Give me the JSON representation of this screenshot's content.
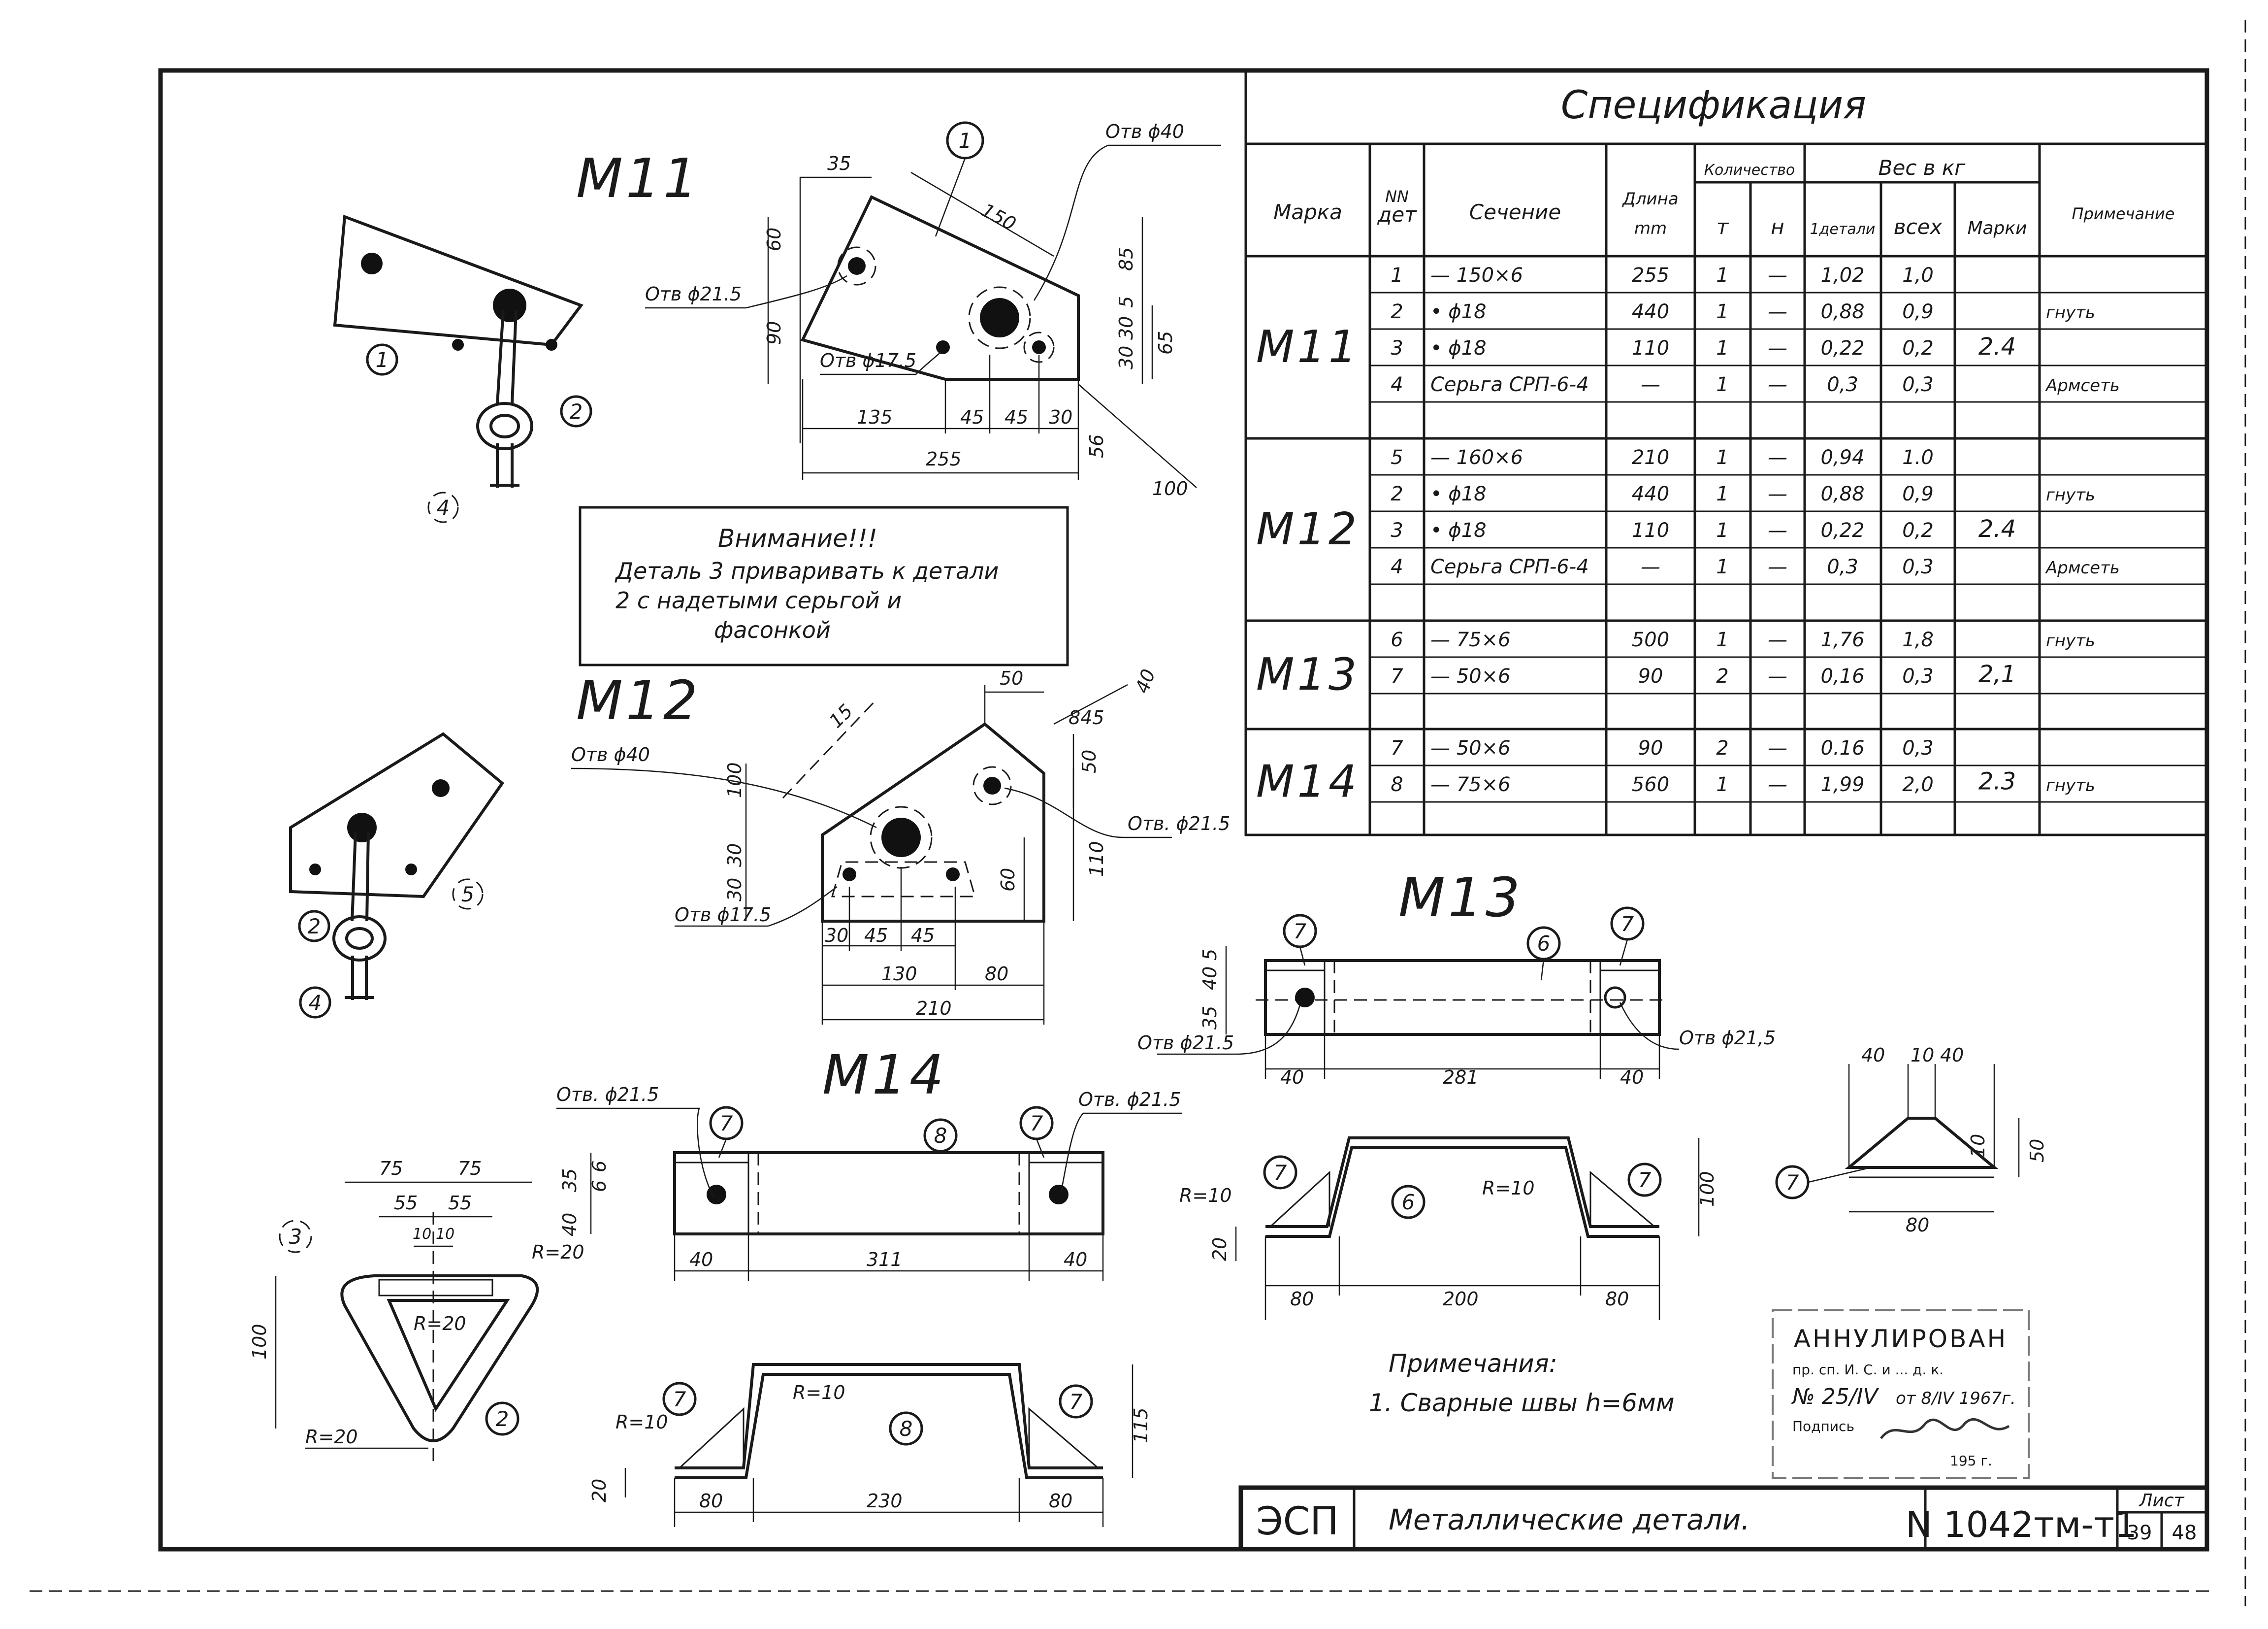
{
  "colors": {
    "ink": "#1a1a1a",
    "paper": "#ffffff",
    "stamp": "#555555"
  },
  "spec": {
    "title": "Спецификация",
    "headers": {
      "mark": "Марка",
      "num": "NN",
      "num2": "дет",
      "section": "Сечение",
      "length": "Длина",
      "length_unit": "mm",
      "qty": "Количество",
      "qty_t": "т",
      "qty_n": "н",
      "weight": "Вес в кг",
      "w_one": "1детали",
      "w_all": "всех",
      "w_mark": "Марки",
      "note": "Примечание"
    },
    "groups": [
      {
        "mark": "М11",
        "mark_weight": "2.4",
        "rows": [
          {
            "n": "1",
            "section": "— 150×6",
            "length": "255",
            "t": "1",
            "h": "—",
            "w1": "1,02",
            "wall": "1,0",
            "note": ""
          },
          {
            "n": "2",
            "section": "• ϕ18",
            "length": "440",
            "t": "1",
            "h": "—",
            "w1": "0,88",
            "wall": "0,9",
            "note": "гнуть"
          },
          {
            "n": "3",
            "section": "• ϕ18",
            "length": "110",
            "t": "1",
            "h": "—",
            "w1": "0,22",
            "wall": "0,2",
            "note": ""
          },
          {
            "n": "4",
            "section": "Серьга СРП-6-4",
            "length": "—",
            "t": "1",
            "h": "—",
            "w1": "0,3",
            "wall": "0,3",
            "note": "Армсеть"
          }
        ]
      },
      {
        "mark": "М12",
        "mark_weight": "2.4",
        "rows": [
          {
            "n": "5",
            "section": "— 160×6",
            "length": "210",
            "t": "1",
            "h": "—",
            "w1": "0,94",
            "wall": "1.0",
            "note": ""
          },
          {
            "n": "2",
            "section": "• ϕ18",
            "length": "440",
            "t": "1",
            "h": "—",
            "w1": "0,88",
            "wall": "0,9",
            "note": "гнуть"
          },
          {
            "n": "3",
            "section": "• ϕ18",
            "length": "110",
            "t": "1",
            "h": "—",
            "w1": "0,22",
            "wall": "0,2",
            "note": ""
          },
          {
            "n": "4",
            "section": "Серьга СРП-6-4",
            "length": "—",
            "t": "1",
            "h": "—",
            "w1": "0,3",
            "wall": "0,3",
            "note": "Армсеть"
          }
        ]
      },
      {
        "mark": "М13",
        "mark_weight": "2,1",
        "rows": [
          {
            "n": "6",
            "section": "— 75×6",
            "length": "500",
            "t": "1",
            "h": "—",
            "w1": "1,76",
            "wall": "1,8",
            "note": "гнуть"
          },
          {
            "n": "7",
            "section": "— 50×6",
            "length": "90",
            "t": "2",
            "h": "—",
            "w1": "0,16",
            "wall": "0,3",
            "note": ""
          }
        ]
      },
      {
        "mark": "М14",
        "mark_weight": "2.3",
        "rows": [
          {
            "n": "7",
            "section": "— 50×6",
            "length": "90",
            "t": "2",
            "h": "—",
            "w1": "0.16",
            "wall": "0,3",
            "note": ""
          },
          {
            "n": "8",
            "section": "— 75×6",
            "length": "560",
            "t": "1",
            "h": "—",
            "w1": "1,99",
            "wall": "2,0",
            "note": "гнуть"
          }
        ]
      }
    ]
  },
  "drawings": {
    "m11": {
      "title": "М11",
      "callouts": [
        "1",
        "2",
        "4"
      ],
      "hole_big": "Отв ϕ40",
      "hole_med": "Отв ϕ21.5",
      "hole_small": "Отв ϕ17.5",
      "dims": {
        "d35": "35",
        "d150": "150",
        "d60": "60",
        "d90": "90",
        "d85": "85",
        "d30a": "30",
        "d30b": "30",
        "d5": "5",
        "d65": "65",
        "d135": "135",
        "d45a": "45",
        "d45b": "45",
        "d30c": "30",
        "d255": "255",
        "d56": "56",
        "d100": "100"
      }
    },
    "warning": {
      "title": "Внимание!!!",
      "line1": "Деталь 3 приваривать к детали",
      "line2": "2 с надетыми серьгой и",
      "line3": "фасонкой"
    },
    "m12": {
      "title": "М12",
      "callouts": [
        "2",
        "5",
        "4"
      ],
      "hole_big": "Отв ϕ40",
      "hole_med": "Отв. ϕ21.5",
      "hole_small": "Отв ϕ17.5",
      "dims": {
        "d15": "15",
        "d50a": "50",
        "d40": "40",
        "d845": "845",
        "d50b": "50",
        "d100": "100",
        "d110": "110",
        "d60": "60",
        "d30a": "30",
        "d30b": "30",
        "d30c": "30",
        "d45a": "45",
        "d45b": "45",
        "d130": "130",
        "d80": "80",
        "d210": "210"
      }
    },
    "m13": {
      "title": "М13",
      "callouts": [
        "7",
        "6",
        "7",
        "7",
        "6",
        "7",
        "7"
      ],
      "hole_left": "Отв ϕ21.5",
      "hole_right": "Отв ϕ21,5",
      "dims": {
        "d5": "5",
        "d40": "40",
        "d35": "35",
        "d40a": "40",
        "d281": "281",
        "d40b": "40",
        "r10a": "R=10",
        "r10b": "R=10",
        "d100": "100",
        "d20": "20",
        "d80a": "80",
        "d200": "200",
        "d80b": "80"
      }
    },
    "m14": {
      "title": "М14",
      "callouts": [
        "7",
        "8",
        "7",
        "7",
        "8",
        "7"
      ],
      "hole_left": "Отв. ϕ21.5",
      "hole_right": "Отв. ϕ21.5",
      "dims": {
        "d6a": "6",
        "d6b": "6",
        "d35": "35",
        "d40": "40",
        "d40a": "40",
        "d311": "311",
        "d40b": "40",
        "r10a": "R=10",
        "r10b": "R=10",
        "d115": "115",
        "d20": "20",
        "d80a": "80",
        "d230": "230",
        "d80b": "80"
      }
    },
    "det3": {
      "callouts": [
        "3",
        "2"
      ],
      "dims": {
        "d75a": "75",
        "d75b": "75",
        "d55a": "55",
        "d55b": "55",
        "d10a": "10",
        "d10b": "10",
        "r20a": "R=20",
        "r20b": "R=20",
        "r20c": "R=20",
        "d100": "100"
      }
    },
    "det7": {
      "callout": "7",
      "dims": {
        "d40a": "40",
        "d10": "10",
        "d40b": "40",
        "d10v": "10",
        "d50": "50",
        "d80": "80"
      }
    }
  },
  "notes": {
    "title": "Примечания:",
    "line1": "1. Сварные швы h=6мм"
  },
  "stamp": {
    "line1": "АННУЛИРОВАН",
    "line2": "пр. сп. И. С. и ... д. к.",
    "line3": "№ 25/IV",
    "line4": "от 8/IV 1967г.",
    "line5": "Подпись",
    "line6": "195 г."
  },
  "title_block": {
    "org": "ЭСП",
    "name": "Металлические детали.",
    "code": "N 1042тм-т1",
    "sheet_label": "Лист",
    "sheet_no": "39",
    "sheet_total": "48"
  }
}
